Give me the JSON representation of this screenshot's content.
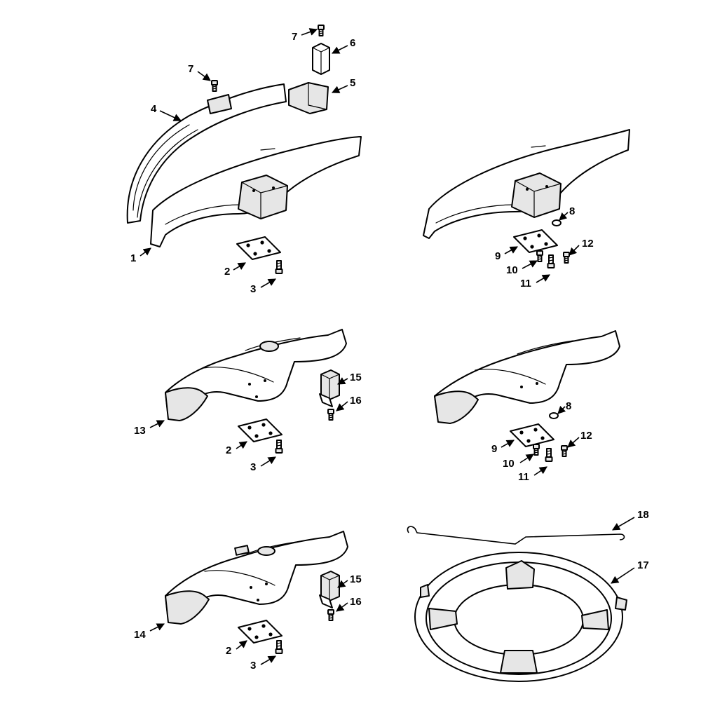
{
  "callouts": {
    "a1": "1",
    "a2": "2",
    "a3": "3",
    "a4": "4",
    "a5": "5",
    "a6": "6",
    "a7a": "7",
    "a7b": "7",
    "b8": "8",
    "b9": "9",
    "b10": "10",
    "b11": "11",
    "b12": "12",
    "c13": "13",
    "c2": "2",
    "c3": "3",
    "c15": "15",
    "c16": "16",
    "d8": "8",
    "d9": "9",
    "d10": "10",
    "d11": "11",
    "d12": "12",
    "e14": "14",
    "e2": "2",
    "e3": "3",
    "e15": "15",
    "e16": "16",
    "f17": "17",
    "f18": "18"
  }
}
